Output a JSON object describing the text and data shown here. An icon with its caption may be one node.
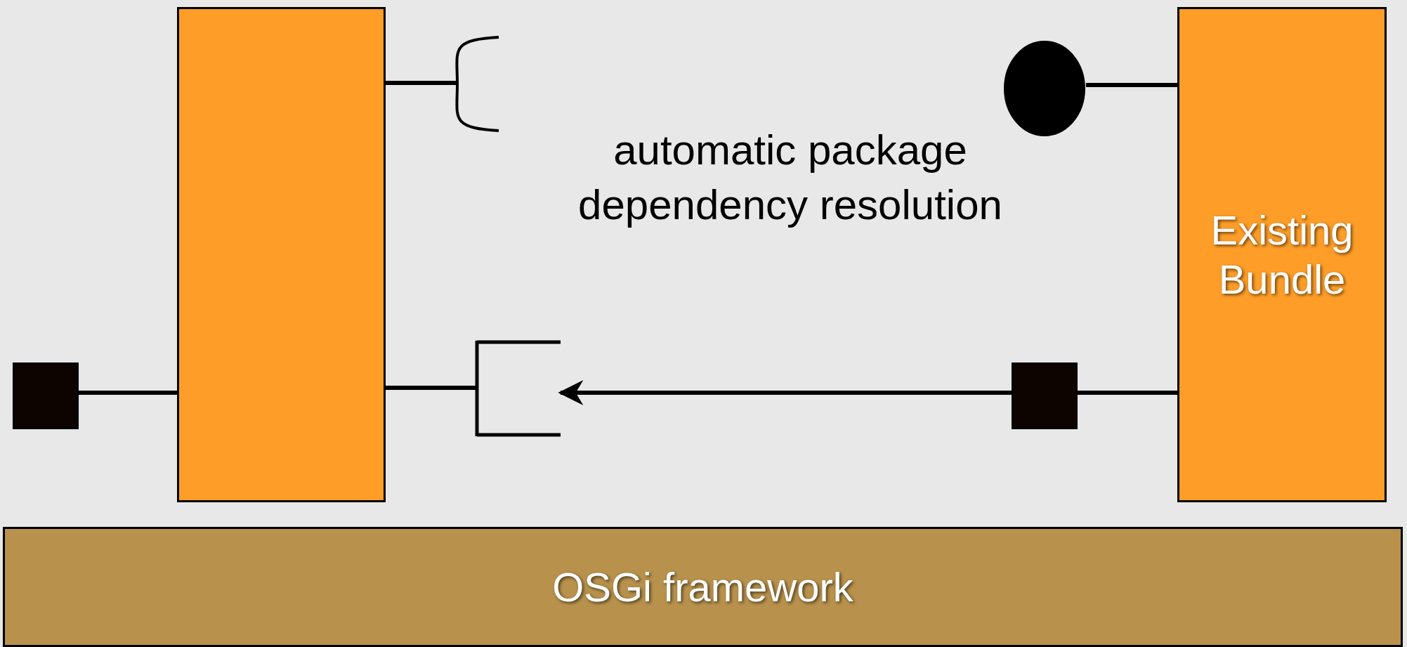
{
  "diagram": {
    "nodes": [
      {
        "text": [],
        "shape": "box"
      },
      {
        "text": [
          "Existing Bundle"
        ]
      },
      {
        "text": [],
        "shape": "box"
      },
      {
        "text": [],
        "shape": "arc"
      },
      {
        "text": [],
        "shape": "bracket"
      },
      {
        "text": [],
        "shape": "circle"
      },
      {
        "text": [],
        "shape": "box"
      },
      {
        "text": [
          "OSGi framework"
        ]
      }
    ],
    "edges": [
      {
        "from": 2,
        "to": 0,
        "arrow": "none"
      },
      {
        "from": 0,
        "to": 3,
        "arrow": "none"
      },
      {
        "from": 0,
        "to": 4,
        "arrow": "none"
      },
      {
        "from": 5,
        "to": 1,
        "arrow": "none"
      },
      {
        "from": 6,
        "to": 1,
        "arrow": "none"
      },
      {
        "from": 6,
        "to": 4,
        "arrow": "to"
      }
    ],
    "labels": [
      "automatic package dependency resolution"
    ]
  }
}
